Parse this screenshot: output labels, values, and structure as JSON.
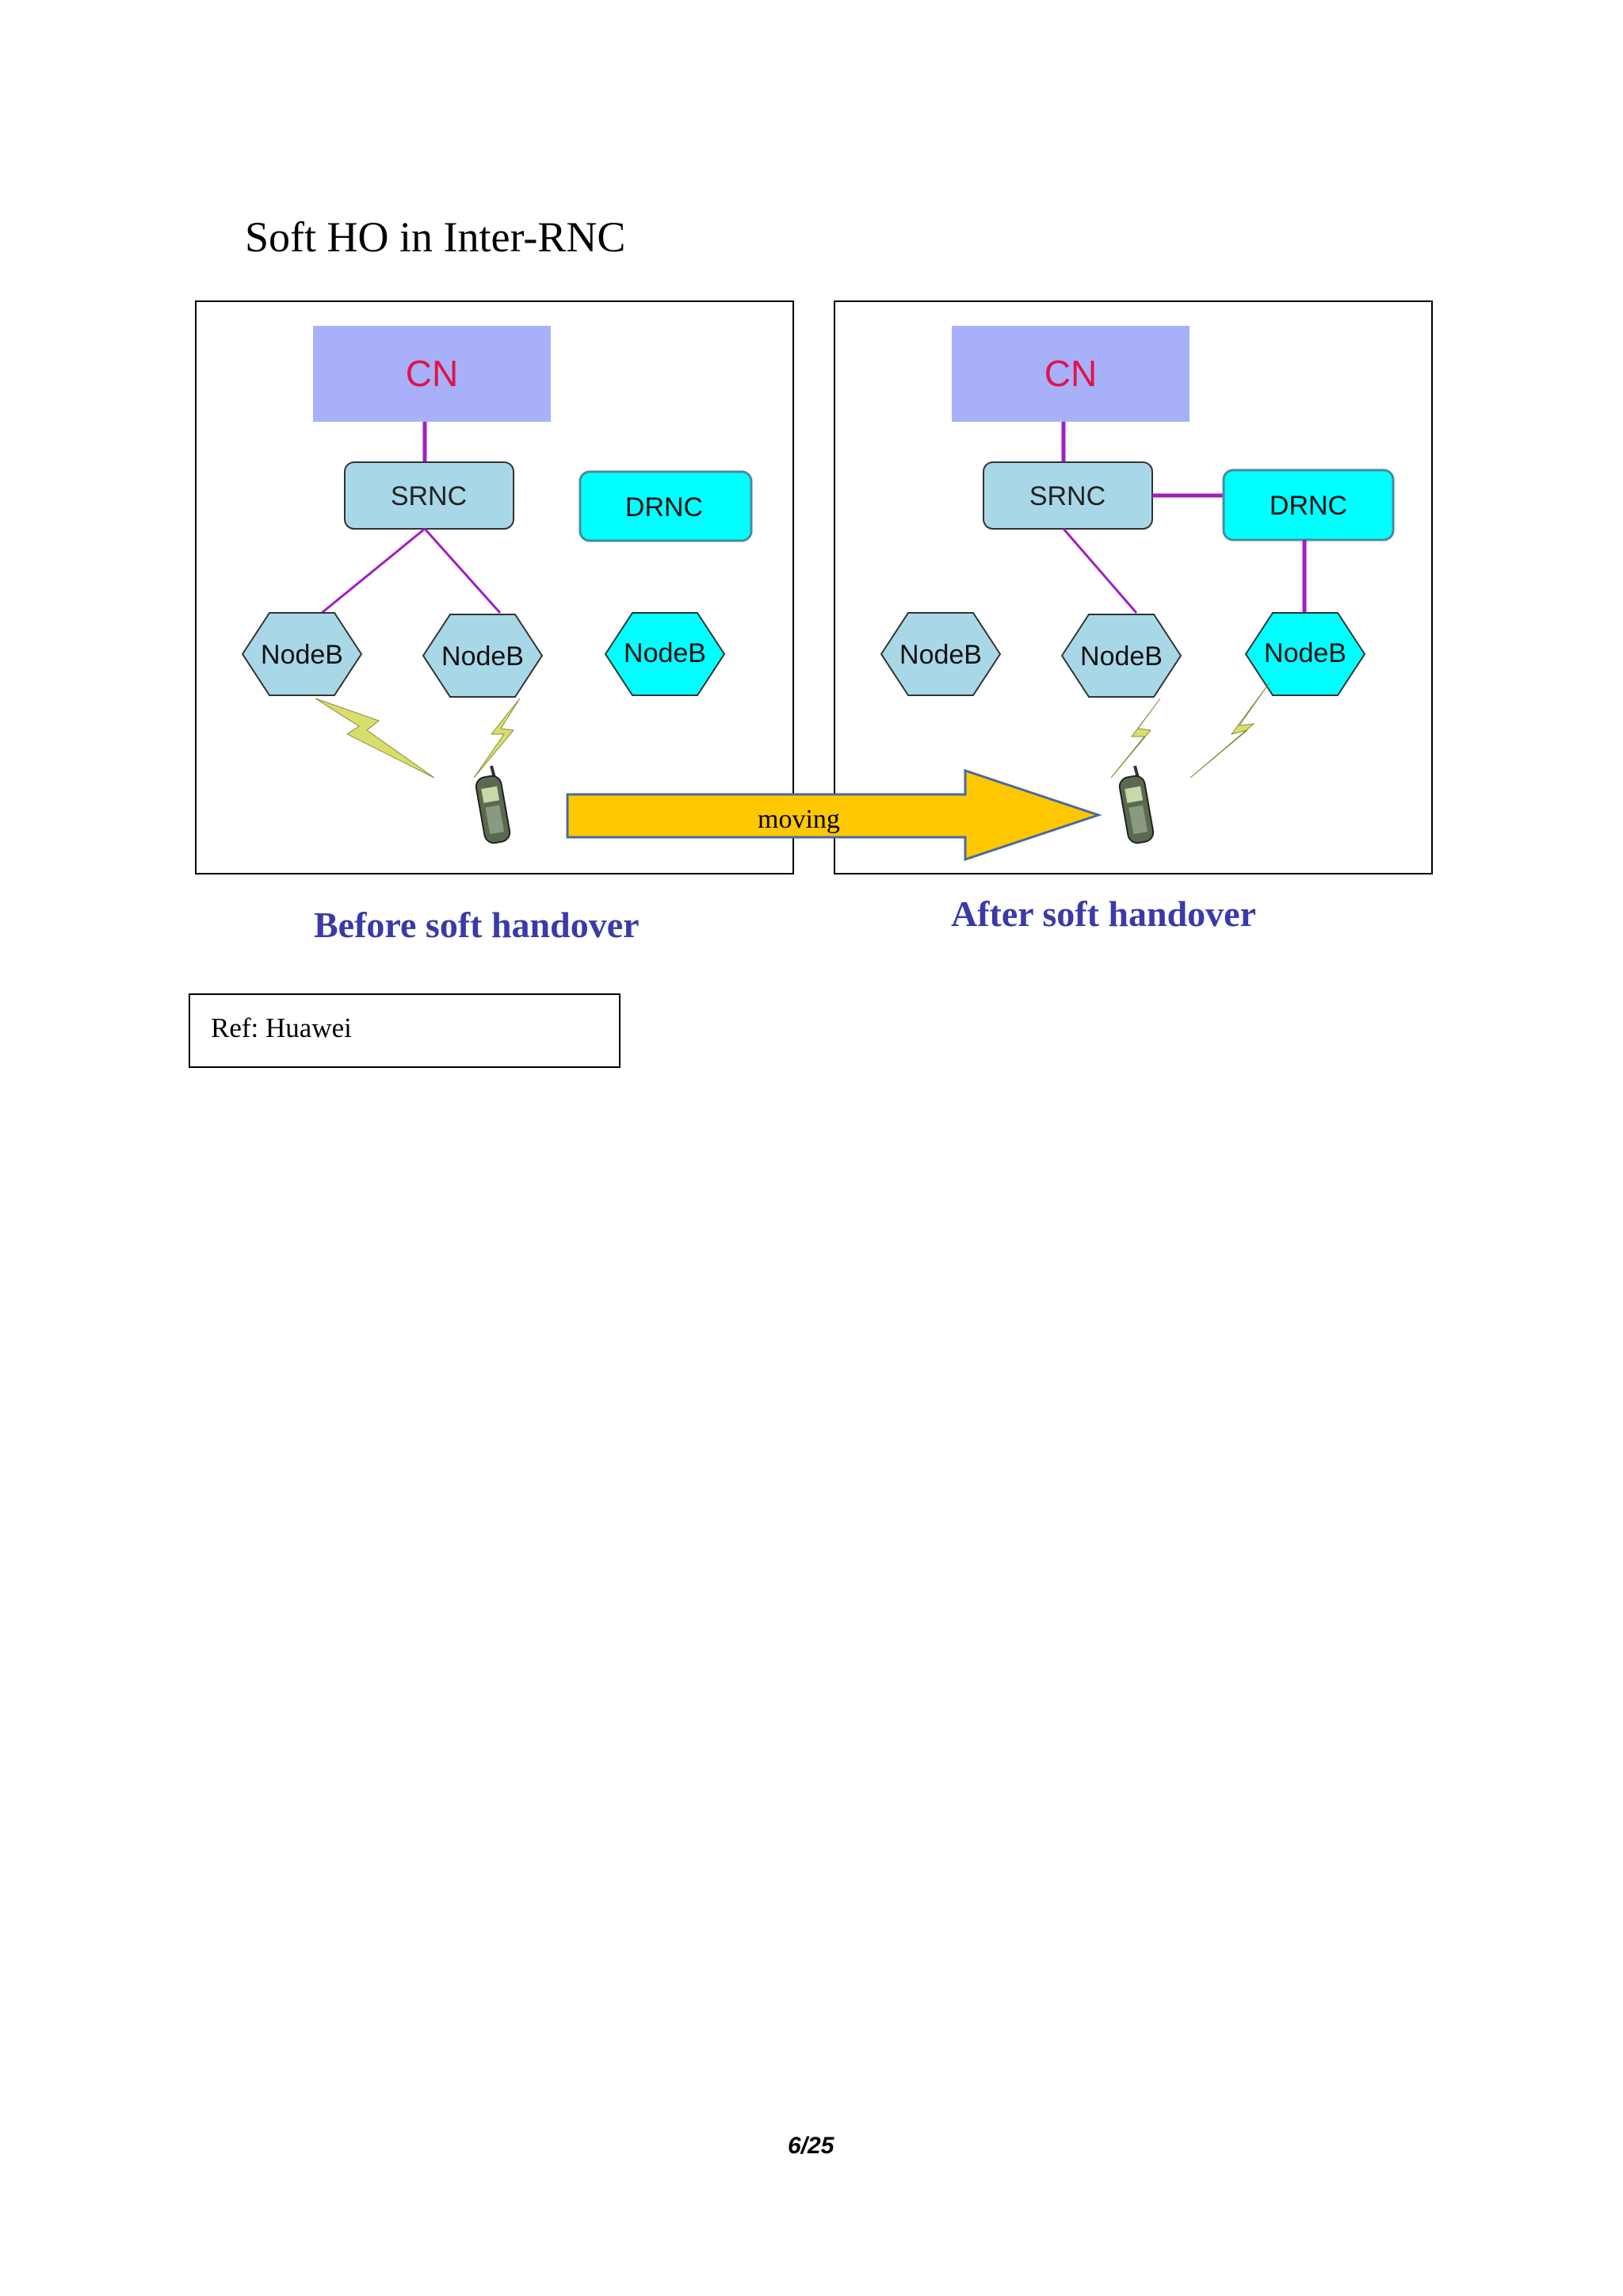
{
  "title": "Soft HO in Inter-RNC",
  "diagram": {
    "before": {
      "cn_label": "CN",
      "srnc_label": "SRNC",
      "drnc_label": "DRNC",
      "nodeb_labels": [
        "NodeB",
        "NodeB",
        "NodeB"
      ],
      "caption": "Before soft handover"
    },
    "after": {
      "cn_label": "CN",
      "srnc_label": "SRNC",
      "drnc_label": "DRNC",
      "nodeb_labels": [
        "NodeB",
        "NodeB",
        "NodeB"
      ],
      "caption": "After soft handover"
    },
    "arrow_label": "moving",
    "colors": {
      "cn_fill": "#a9b0fa",
      "cn_text": "#e0144a",
      "rnc_fill": "#a8d8e8",
      "drnc_fill": "#00ffff",
      "link": "#a020c0",
      "arrow_fill": "#ffc800",
      "caption": "#3a3aa8"
    }
  },
  "ref": "Ref: Huawei",
  "page_number": "6/25"
}
